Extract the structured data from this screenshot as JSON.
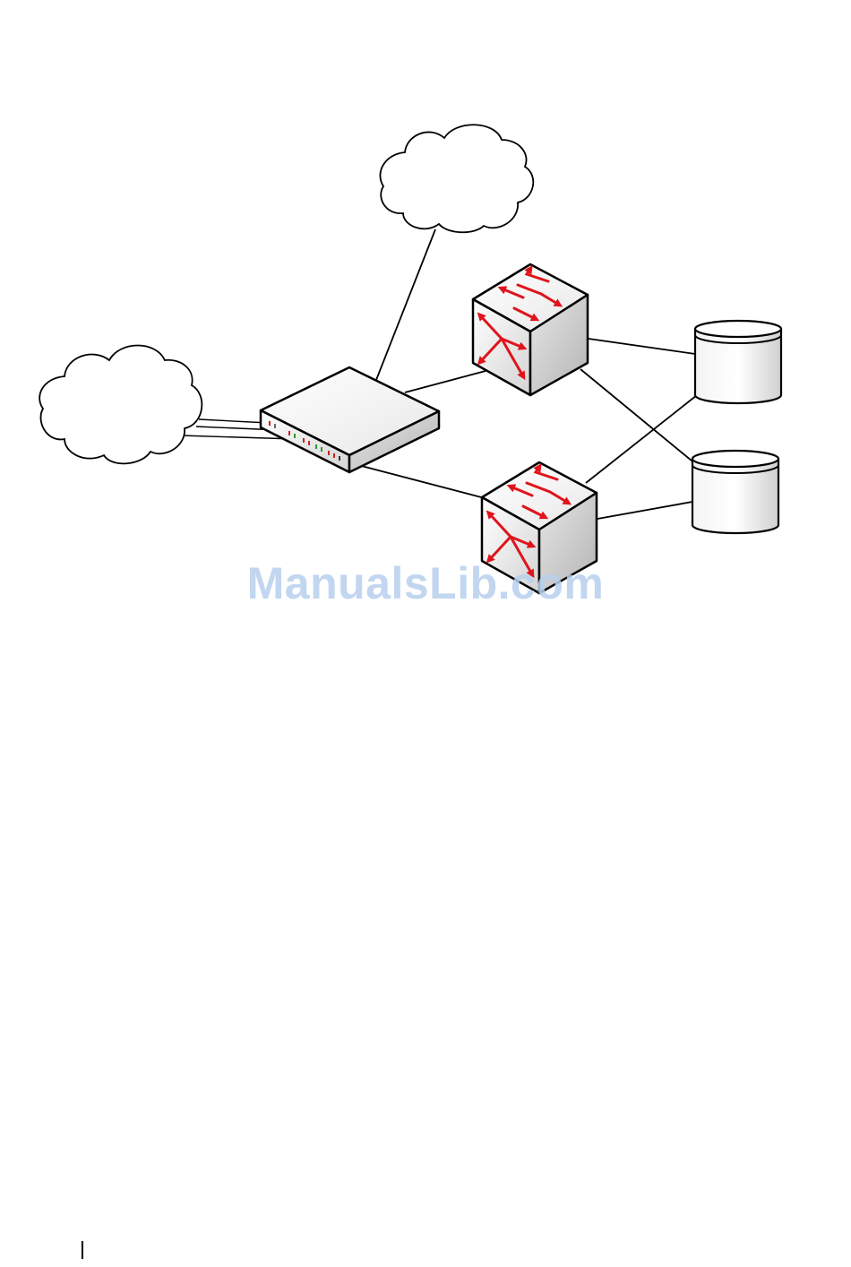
{
  "watermark": {
    "text": "ManualsLib.com",
    "color": "#b8d0ee"
  },
  "diagram": {
    "nodes": [
      {
        "id": "cloud-left",
        "type": "cloud",
        "label": ""
      },
      {
        "id": "cloud-top",
        "type": "cloud",
        "label": ""
      },
      {
        "id": "security-appliance",
        "type": "appliance",
        "label": ""
      },
      {
        "id": "switch-top",
        "type": "switch",
        "label": ""
      },
      {
        "id": "switch-bottom",
        "type": "switch",
        "label": ""
      },
      {
        "id": "storage-top",
        "type": "cylinder",
        "label": ""
      },
      {
        "id": "storage-bottom",
        "type": "cylinder",
        "label": ""
      }
    ],
    "colors": {
      "line": "#000000",
      "arrow": "#e0141c",
      "device-face": "#f2f2f2"
    }
  }
}
